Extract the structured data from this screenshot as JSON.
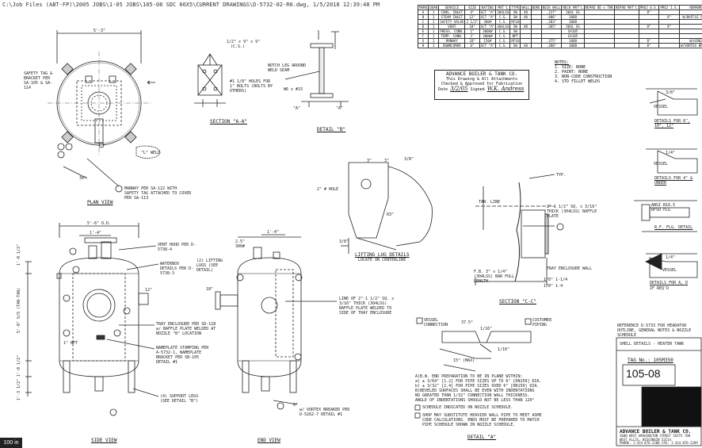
{
  "path_bar": "C:\\Job Files (ABT-FP)\\2005 JOBS\\1-05 JOBS\\105-08 SDC 66X5\\CURRENT DRAWINGS\\D-5732-02-R0.dwg, 1/5/2018 12:39:48 PM",
  "nozzle_table": {
    "headers": [
      "MARK",
      "QUAN",
      "SERVICE",
      "SIZE",
      "RATING",
      "MAT'L",
      "TYPE",
      "WALL",
      "BORE",
      "NECK WALL",
      "NECK MAT'L",
      "REPAD OD x THK",
      "REPAD MAT'L",
      "PROJ O.S.",
      "PROJ I.S.",
      "REMARKS"
    ],
    "rows": [
      [
        "A",
        "1",
        "CONS. INLET",
        "4\"",
        "SCT \"A\"",
        "304LSS",
        "SW",
        "40",
        "",
        ".237\"",
        "304L SS",
        "",
        "",
        "8\"",
        "",
        ""
      ],
      [
        "B",
        "1",
        "STEAM INLET",
        "12\"",
        "SCT \"A\"",
        "C.S.",
        "SW",
        "40",
        "",
        ".406\"",
        "106B",
        "",
        "",
        "",
        "8\"",
        "W/BAFFLE PLATE"
      ],
      [
        "C",
        "1",
        "SAFETY VALVE",
        "2 1/2\"",
        "300#",
        "C.S.",
        "RFSO",
        "",
        "",
        ".203\"",
        "106B",
        "",
        "",
        "",
        "",
        ""
      ],
      [
        "D",
        "1",
        "VENT",
        "10\"",
        "SCT \"A\"",
        "304LSS",
        "SW",
        "40",
        "",
        ".365\"",
        "304L SS",
        "",
        "",
        "8\"",
        "8\"",
        ""
      ],
      [
        "E",
        "1",
        "PRESS. CONN.",
        "1\"",
        "3000#",
        "C.S.",
        "SW",
        "",
        "",
        "",
        "SA105",
        "",
        "",
        "",
        "",
        ""
      ],
      [
        "F",
        "1",
        "TEMP. CONN.",
        "1\"",
        "3000#",
        "C.S.",
        "NPT",
        "",
        "",
        "",
        "SA105",
        "",
        "",
        "",
        "",
        ""
      ],
      [
        "G",
        "1",
        "MANWAY",
        "18\"",
        "150#",
        "C.S.",
        "RFSO",
        "",
        "",
        " .375\"",
        "106B",
        "",
        "",
        "8\"",
        "",
        "W/HINGE"
      ],
      [
        "H",
        "1",
        "DOWNCOMER",
        "6\"",
        "SCT \"A\"",
        "C.S.",
        "SW",
        "40",
        "",
        ".280\"",
        "106B",
        "",
        "",
        "8\"",
        "",
        "W/VORTEX BREAKER"
      ]
    ]
  },
  "approval_stamp": {
    "company": "ADVANCE BOILER & TANK CO.",
    "line1": "This Drawing & All Attachments",
    "line2": "Checked & Approved for Fabrication",
    "date_label": "Date",
    "date_value": "3/2/05",
    "signed_label": "Signed",
    "signed_value": "W.K. Andress"
  },
  "notes": {
    "heading": "NOTES:",
    "items": [
      "1. SIZE: NONE",
      "2. PAINT: NONE",
      "3. NON-CODE CONSTRUCTION",
      "4. STD FILLET WELDS"
    ]
  },
  "views": {
    "plan": "PLAN VIEW",
    "section_aa": "SECTION \"A-A\"",
    "detail_b": "DETAIL \"B\"",
    "side": "SIDE VIEW",
    "end": "END VIEW",
    "section_cc": "SECTION \"C-C\"",
    "detail_a": "DETAIL \"A\"",
    "lifting_lug": "LIFTING LUG DETAILS",
    "lifting_lug_sub": "LOCATE ON CENTERLINE"
  },
  "plan_labels": {
    "dim_top": "5'-3\"",
    "safety_tag": "SAFETY TAG & BRACKET PER SA-105 & SA-114",
    "manway_note": "MANWAY PER SA-122 WITH SAFETY TAG ATTACHED TO COVER PER SA-113",
    "weld": "\"L\" WELD",
    "angle": "30°"
  },
  "section_aa_labels": {
    "plate": "1/2\" x 9\" x 9\"",
    "cs": "(C.S.)",
    "holes": "#1 1/8\" HOLES FOR 1\" BOLTS (BOLTS BY OTHERS)"
  },
  "detail_b_labels": {
    "notch": "NOTCH LEG AROUND WELD SEAM",
    "beam": "W6 x #15",
    "a_left": "\"A\"",
    "a_right": "\"A\""
  },
  "side_labels": {
    "dim_od": "5'-6\" O.D.",
    "dim_14": "1'-4\"",
    "vent_hood": "VENT HOOD PER D-5738-4",
    "waterbox": "WATERBOX DETAILS PER D-5738-3",
    "enclosure": "TRAY ENCLOSURE PER SD-118 w/ BAFFLE PLATE WELDED AT NOZZLE \"B\" LOCATION",
    "nameplate": "NAMEPLATE STAMPING PER A-5732-1, NAMEPLATE BRACKET PER SB-105 DETAIL #1",
    "support": "(4) SUPPORT LEGS (SEE DETAIL \"B\")",
    "dim_v1": "1'-0 1/2\"",
    "dim_v2": "5'-0\" S/S (TAN-TAN)",
    "dim_v3": "1'-0 1/2\"",
    "dim_v4": "1'-3 1/2\"",
    "npt": "1\" NPT"
  },
  "end_labels": {
    "dim_25": "2.5\"",
    "dim_300": "300#",
    "dim_14": "1'-4\"",
    "lifting": "(2) LIFTING LUGS (SEE DETAIL)",
    "line_note": "LINE OF 2\"-1 1/2\" SQ. x 3/16\" THICK (304LSS) BAFFLE PLATE WELDED TO SIDE OF TRAY ENCLOSURE",
    "vortex": "w/ VORTEX BREAKER PER D-5262-7 DETAIL #1",
    "dim_12": "12\"",
    "dim_18": "18\"",
    "dim_6": "6\""
  },
  "lug_labels": {
    "hole": "2\" # HOLE",
    "dim_3a": "3\"",
    "dim_3b": "3\"",
    "weld": "3/8\"",
    "rad": "R3\"",
    "thk": "3/8\""
  },
  "section_cc_labels": {
    "tan": "TAN. LINE",
    "plate": "2\"-1 1/2\" SQ. x 3/16\" THICK (304LSS) BAFFLE PLATE",
    "fb": "F.B. 3\" x 1/4\" (304LSS) BAR FULL LENGTH",
    "tray": "TRAY ENCLOSURE WALL",
    "weld1": "1/8\" 1-1/4",
    "weld2": "1/8\" 1-4",
    "typ": "TYP."
  },
  "detail_a_labels": {
    "vessel": "VESSEL CONNECTION",
    "customer": "CUSTOMER PIPING",
    "angle": "37.5°",
    "gap": "1/16\"",
    "max": "15° (MAX)",
    "land": "1/16\""
  },
  "general_notes": [
    "A)B.W. END PREPARATION TO BE IN PLANE WITHIN:",
    "  a) ± 3/64\" [1.2] FOR PIPE SIZES UP TO 6\" [DN150] DIA.",
    "  b) ± 3/32\" [2.4] FOR PIPE SIZES OVER 6\" [DN150] DIA.",
    "B)BEVELED SURFACES SHALL BE EVEN WITH INDENTATIONS",
    "  NO GREATER THAN 1/32\" CONNECTION WALL THICKNESS.",
    "  ANGLE OF INDENTATIONS SHOULD NOT BE LESS THAN 120°"
  ],
  "schedule_notes": [
    "SCHEDULE INDICATED ON NOZZLE SCHEDULE.",
    "SHOP MAY SUBSTITUTE HEAVIER WALL PIPE TO MEET ASME CODE CALCULATIONS. ENDS MUST BE PREPARED TO MATCH PIPE SCHEDULE SHOWN IN NOZZLE SCHEDULE."
  ],
  "side_details": {
    "d1_dim": "3/8\"",
    "d1_label": "VESSEL",
    "d1_caption": "DETAILS FOR 6\", 10\", 12\"",
    "d2_dim": "1/4\"",
    "d2_label": "VESSEL",
    "d2_caption": "DETAILS FOR 4\" & UNDER",
    "d3_label": "ANSI B16.5 RFSO FLG",
    "d3_caption": "R.F. FLG. DETAIL",
    "d4_dim": "1/4\"",
    "d4_label": "VESSEL",
    "d4_caption": "DETAILS FOR A, D",
    "d4_sub": "IF REQ'D"
  },
  "title_block": {
    "reference": "REFERENCE D-5733 FOR HEADATOR OUTLINE, GENERAL NOTES & NOZZLE SCHEDULE",
    "shell_details": "SHELL DETAILS - HEATER TANK",
    "tag_no": "TAG No.: 105M350",
    "job_no": "105-08",
    "company": "ADVANCE BOILER & TANK CO.",
    "address1": "3600 WEST WASHINGTON STREET  SUITE 700",
    "address2": "WEST ALLIS, WISCONSIN  53214",
    "phone": "PHONE: 1-414-876-2200  FAX: 1-414-876-2209"
  },
  "zoom": "100 in"
}
